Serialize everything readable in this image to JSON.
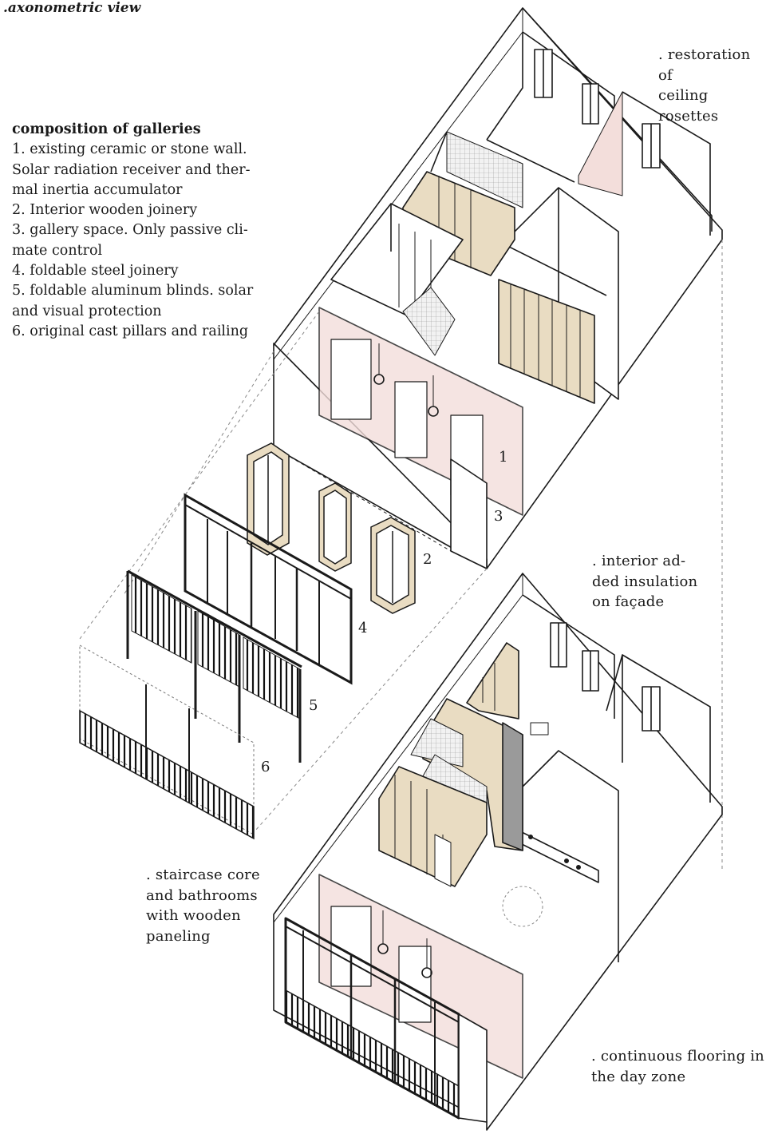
{
  "title": ".axonometric view",
  "legend": {
    "heading": "composition of galleries",
    "lines": [
      "1. existing ceramic or stone wall.",
      "Solar radiation receiver and ther-",
      "mal inertia accumulator",
      "2. Interior wooden joinery",
      "3. gallery space. Only passive cli-",
      "mate control",
      "4. foldable steel joinery",
      "5. foldable aluminum blinds. solar",
      "and visual protection",
      "6. original cast pillars and railing"
    ]
  },
  "annotations": {
    "ceiling": [
      ". restoration of",
      "ceiling rosettes"
    ],
    "insulation": [
      ". interior ad-",
      "ded insulation",
      "on façade"
    ],
    "staircase": [
      ". staircase core",
      "and bathrooms",
      "with wooden",
      "paneling"
    ],
    "flooring": [
      ". continuous flooring in",
      "the day zone"
    ]
  },
  "labels": {
    "n1": "1",
    "n2": "2",
    "n3": "3",
    "n4": "4",
    "n5": "5",
    "n6": "6"
  },
  "colors": {
    "line": "#1a1a1a",
    "pink_wall": "#f3dedb",
    "wood": "#e9dcc2",
    "grey_tile": "#d9d9d9"
  }
}
